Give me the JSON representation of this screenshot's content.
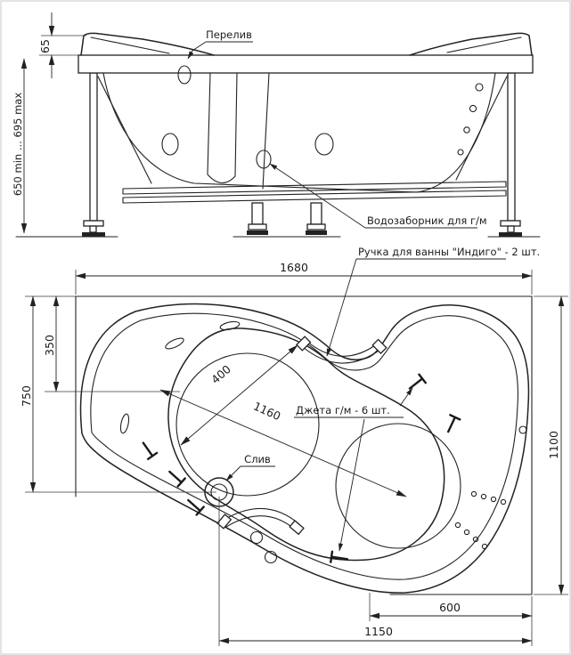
{
  "drawing": {
    "side_view": {
      "labels": {
        "overflow": "Перелив",
        "water_intake": "Водозаборник для г/м"
      },
      "dimensions": {
        "headrest_height": "65",
        "installation_height": "650 min ... 695 max"
      }
    },
    "plan_view": {
      "labels": {
        "handle": "Ручка для ванны \"Индиго\" - 2 шт.",
        "jets": "Джета г/м - 6 шт.",
        "drain": "Слив"
      },
      "dimensions": {
        "overall_length": "1680",
        "overall_width": "1100",
        "left_to_drain": "750",
        "left_to_bowl": "350",
        "bowl_width": "400",
        "bowl_length": "1160",
        "bottom_right_offset": "600",
        "drain_to_right_edge": "1150"
      }
    },
    "colors": {
      "line": "#222222",
      "background": "#ffffff"
    }
  }
}
